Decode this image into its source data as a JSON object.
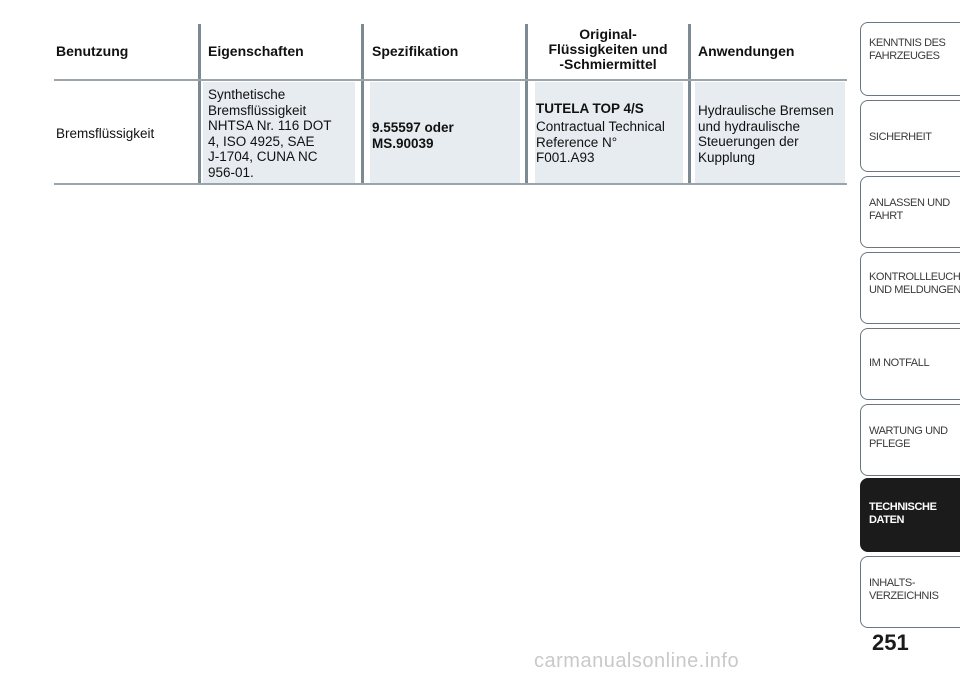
{
  "table": {
    "headers": {
      "col1": "Benutzung",
      "col2": "Eigenschaften",
      "col3": "Spezifikation",
      "col4": "Original-\nFlüssigkeiten und\n-Schmiermittel",
      "col5": "Anwendungen"
    },
    "row": {
      "col1": "Bremsflüssigkeit",
      "col2": "Synthetische\nBremsflüssigkeit\nNHTSA Nr. 116 DOT\n4, ISO 4925, SAE\nJ-1704, CUNA NC\n956-01.",
      "col3": "9.55597 oder\nMS.90039",
      "col4_name": "TUTELA TOP 4/S",
      "col4_ref": "Contractual Technical\nReference N°\nF001.A93",
      "col5": "Hydraulische Bremsen\nund hydraulische\nSteuerungen der\nKupplung"
    }
  },
  "tabs": [
    {
      "label": "KENNTNIS DES\nFAHRZEUGES"
    },
    {
      "label": "SICHERHEIT"
    },
    {
      "label": "ANLASSEN UND\nFAHRT"
    },
    {
      "label": "KONTROLLLEUCHTEN\nUND MELDUNGEN"
    },
    {
      "label": "IM NOTFALL"
    },
    {
      "label": "WARTUNG UND\nPFLEGE"
    },
    {
      "label": "TECHNISCHE\nDATEN"
    },
    {
      "label": "INHALTS-\nVERZEICHNIS"
    }
  ],
  "page_number": "251",
  "watermark": "carmanualsonline.info"
}
